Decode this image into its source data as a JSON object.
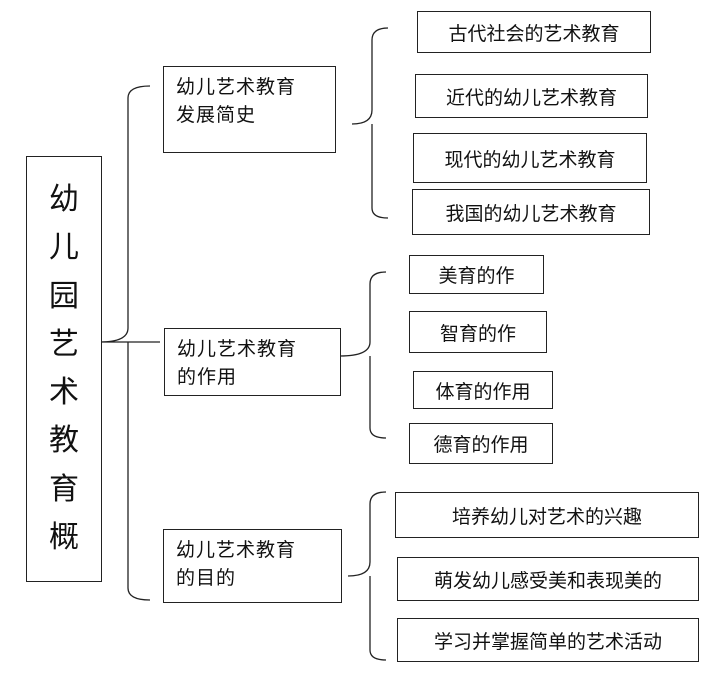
{
  "root": {
    "chars": [
      "幼",
      "儿",
      "园",
      "艺",
      "术",
      "教",
      "育",
      "概"
    ]
  },
  "branches": [
    {
      "label_lines": [
        "幼儿艺术教育",
        "发展简史"
      ],
      "items": [
        "古代社会的艺术教育",
        "近代的幼儿艺术教育",
        "现代的幼儿艺术教育",
        "我国的幼儿艺术教育"
      ]
    },
    {
      "label_lines": [
        "幼儿艺术教育",
        "的作用"
      ],
      "items": [
        "美育的作",
        "智育的作",
        "体育的作用",
        "德育的作用"
      ]
    },
    {
      "label_lines": [
        "幼儿艺术教育",
        "的目的"
      ],
      "items": [
        "培养幼儿对艺术的兴趣",
        "萌发幼儿感受美和表现美的",
        "学习并掌握简单的艺术活动"
      ]
    }
  ]
}
